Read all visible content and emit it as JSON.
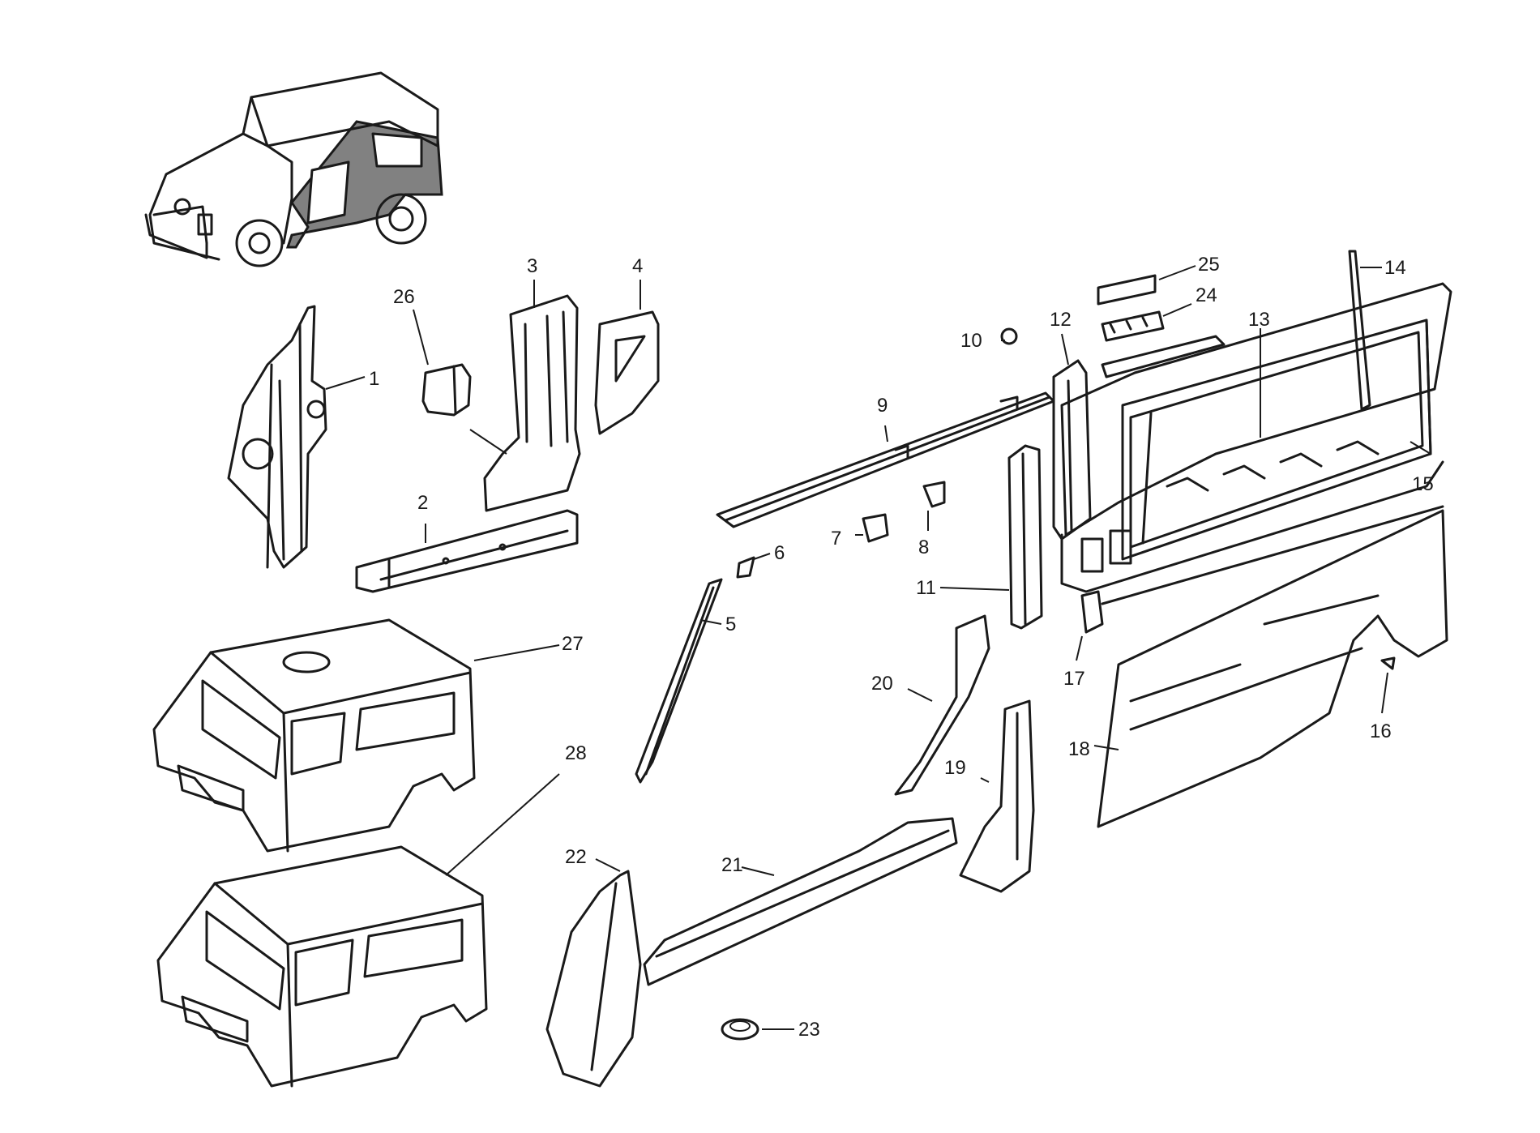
{
  "callouts": [
    {
      "id": "1",
      "label": "1"
    },
    {
      "id": "2",
      "label": "2"
    },
    {
      "id": "3",
      "label": "3"
    },
    {
      "id": "4",
      "label": "4"
    },
    {
      "id": "5",
      "label": "5"
    },
    {
      "id": "6",
      "label": "6"
    },
    {
      "id": "7",
      "label": "7"
    },
    {
      "id": "8",
      "label": "8"
    },
    {
      "id": "9",
      "label": "9"
    },
    {
      "id": "10",
      "label": "10"
    },
    {
      "id": "11",
      "label": "11"
    },
    {
      "id": "12",
      "label": "12"
    },
    {
      "id": "13",
      "label": "13"
    },
    {
      "id": "14",
      "label": "14"
    },
    {
      "id": "15",
      "label": "15"
    },
    {
      "id": "16",
      "label": "16"
    },
    {
      "id": "17",
      "label": "17"
    },
    {
      "id": "18",
      "label": "18"
    },
    {
      "id": "19",
      "label": "19"
    },
    {
      "id": "20",
      "label": "20"
    },
    {
      "id": "21",
      "label": "21"
    },
    {
      "id": "22",
      "label": "22"
    },
    {
      "id": "23",
      "label": "23"
    },
    {
      "id": "24",
      "label": "24"
    },
    {
      "id": "25",
      "label": "25"
    },
    {
      "id": "26",
      "label": "26"
    },
    {
      "id": "27",
      "label": "27"
    },
    {
      "id": "28",
      "label": "28"
    }
  ],
  "colors": {
    "ink": "#1a1a1a",
    "paper": "#ffffff"
  }
}
